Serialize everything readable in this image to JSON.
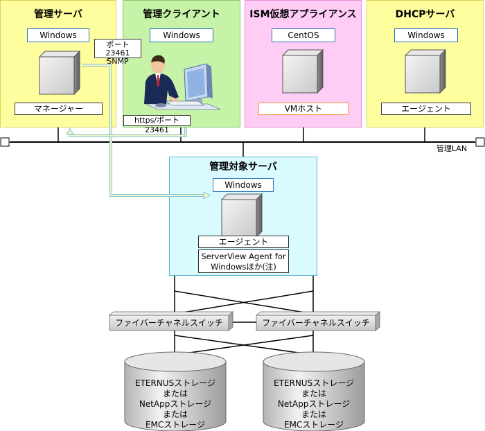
{
  "zones": {
    "mgmt_server": {
      "title": "管理サーバ",
      "os": "Windows",
      "role": "マネージャー"
    },
    "mgmt_client": {
      "title": "管理クライアント",
      "os": "Windows"
    },
    "ism_appliance": {
      "title": "ISM仮想アプライアンス",
      "os": "CentOS",
      "role": "VMホスト"
    },
    "dhcp_server": {
      "title": "DHCPサーバ",
      "os": "Windows",
      "role": "エージェント"
    }
  },
  "lan_label": "管理LAN",
  "notes": {
    "port_snmp": [
      "ポート23461",
      "SNMP"
    ],
    "https_port": "https/ポート23461"
  },
  "target_server": {
    "title": "管理対象サーバ",
    "os": "Windows",
    "agent": "エージェント",
    "serverview": [
      "ServerView Agent for",
      "Windowsほか(注)"
    ]
  },
  "switches": [
    "ファイバーチャネルスイッチ",
    "ファイバーチャネルスイッチ"
  ],
  "storage": [
    [
      "ETERNUSストレージ",
      "または",
      "NetAppストレージ",
      "または",
      "EMCストレージ"
    ],
    [
      "ETERNUSストレージ",
      "または",
      "NetAppストレージ",
      "または",
      "EMCストレージ"
    ]
  ],
  "colors": {
    "mgmt_server_bg": "#fffe9e",
    "mgmt_server_border": "#d8d260",
    "mgmt_client_bg": "#c6f3a8",
    "mgmt_client_border": "#8bc86b",
    "ism_bg": "#ffccf6",
    "ism_border": "#e58ad6",
    "dhcp_bg": "#fffe9e",
    "target_bg": "#d9fbff",
    "target_border": "#58b5d3",
    "os_border": "#2b73c4",
    "vm_border": "#f29b3a",
    "arrow_fill": "#f2f2c2",
    "arrow_stroke": "#7fc6d9"
  }
}
